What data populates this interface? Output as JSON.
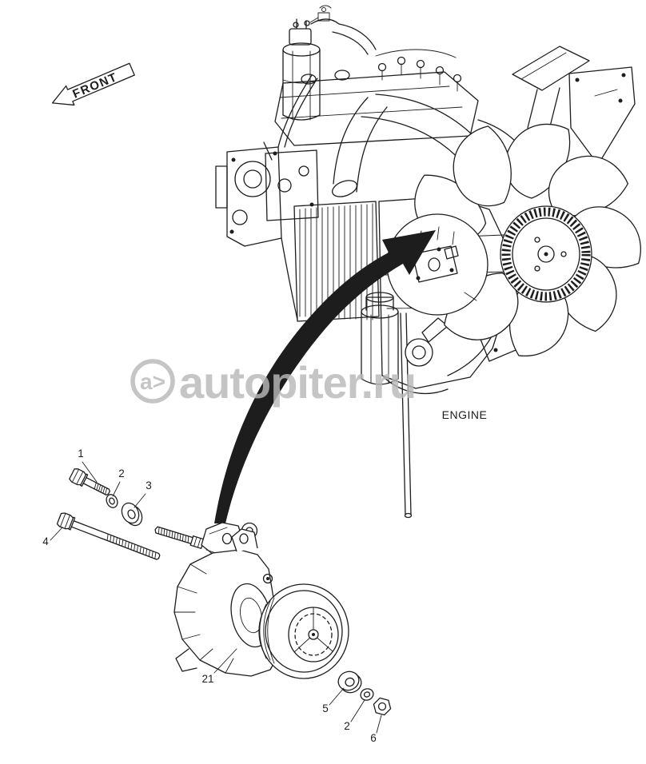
{
  "diagram": {
    "front_label": "FRONT",
    "engine_label": "ENGINE",
    "callouts": [
      {
        "label": "1"
      },
      {
        "label": "2"
      },
      {
        "label": "3"
      },
      {
        "label": "4"
      },
      {
        "label": "21"
      },
      {
        "label": "5"
      },
      {
        "label": "2"
      },
      {
        "label": "6"
      }
    ],
    "watermark": {
      "logo": "a>",
      "text": "autopiter.ru",
      "color": "#b9b9b9"
    },
    "colors": {
      "line": "#1d1d1d",
      "background": "#ffffff"
    }
  }
}
